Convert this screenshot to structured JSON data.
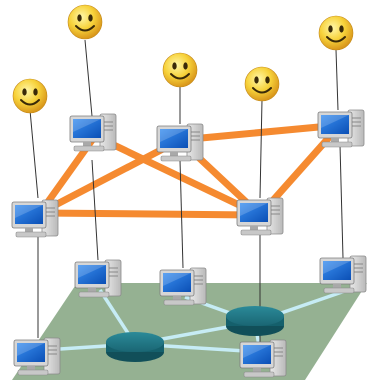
{
  "diagram": {
    "type": "layered-network",
    "overlay_layer": {
      "users": [
        {
          "id": "u1",
          "icon": "smiley-face-icon"
        },
        {
          "id": "u2",
          "icon": "smiley-face-icon"
        },
        {
          "id": "u3",
          "icon": "smiley-face-icon"
        },
        {
          "id": "u4",
          "icon": "smiley-face-icon"
        },
        {
          "id": "u5",
          "icon": "smiley-face-icon"
        }
      ],
      "nodes": [
        {
          "id": "o1",
          "icon": "computer-icon"
        },
        {
          "id": "o2",
          "icon": "computer-icon"
        },
        {
          "id": "o3",
          "icon": "computer-icon"
        },
        {
          "id": "o4",
          "icon": "computer-icon"
        },
        {
          "id": "o5",
          "icon": "computer-icon"
        }
      ],
      "links": [
        [
          "o1",
          "o2"
        ],
        [
          "o1",
          "o3"
        ],
        [
          "o1",
          "o4"
        ],
        [
          "o2",
          "o3"
        ],
        [
          "o3",
          "o4"
        ],
        [
          "o3",
          "o5"
        ],
        [
          "o4",
          "o5"
        ],
        [
          "o2",
          "o4"
        ]
      ],
      "link_color": "#f58a30"
    },
    "physical_layer": {
      "plane_color": "#8fad8c",
      "nodes": [
        {
          "id": "p1",
          "icon": "computer-icon"
        },
        {
          "id": "p2",
          "icon": "computer-icon"
        },
        {
          "id": "p3",
          "icon": "computer-icon"
        },
        {
          "id": "p4",
          "icon": "computer-icon"
        },
        {
          "id": "p5",
          "icon": "computer-icon"
        }
      ],
      "routers": [
        {
          "id": "r1",
          "icon": "router-disc-icon"
        },
        {
          "id": "r2",
          "icon": "router-disc-icon"
        }
      ],
      "links": [
        [
          "p1",
          "r1"
        ],
        [
          "r1",
          "r2"
        ],
        [
          "r1",
          "p2"
        ],
        [
          "r1",
          "p4"
        ],
        [
          "r2",
          "p3"
        ],
        [
          "r2",
          "p4"
        ],
        [
          "r2",
          "p5"
        ],
        [
          "p2",
          "r1"
        ]
      ],
      "link_color": "#c6ecf5",
      "router_color": "#1d6e7c"
    },
    "vertical_connector_color": "#333333"
  }
}
